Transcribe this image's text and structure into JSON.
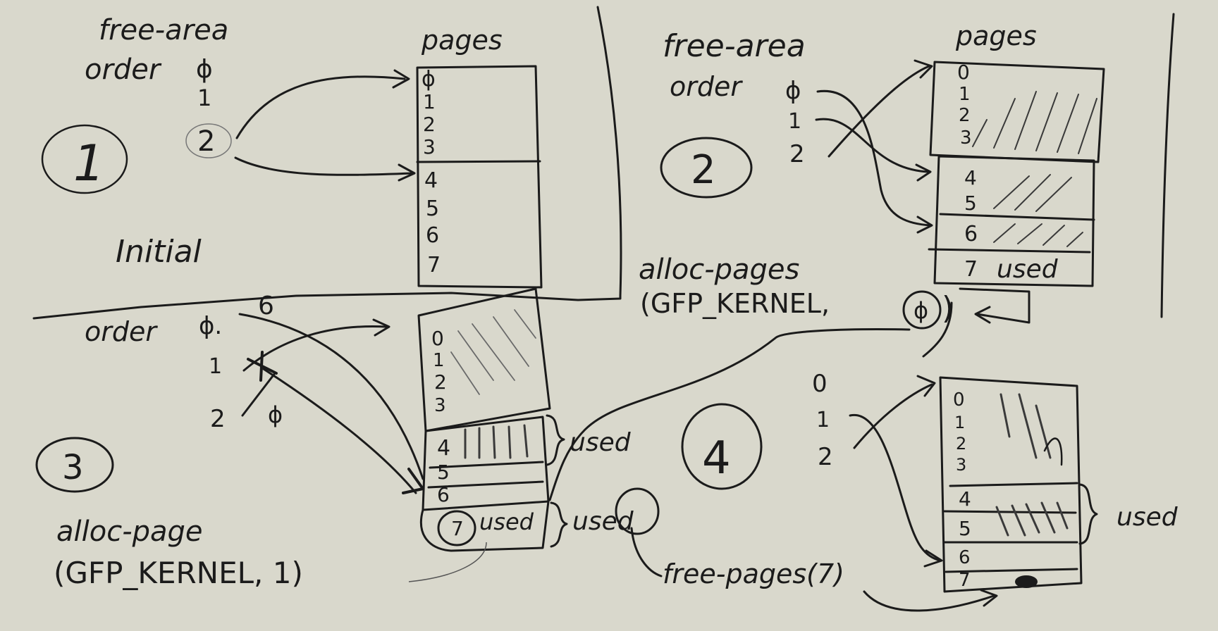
{
  "panel1": {
    "number": "1",
    "free_area_label": "free-area",
    "order_label": "order",
    "orders": [
      "ϕ",
      "1",
      "2"
    ],
    "pages_label": "pages",
    "page_numbers": [
      "ϕ",
      "1",
      "2",
      "3",
      "4",
      "5",
      "6",
      "7"
    ],
    "caption": "Initial"
  },
  "panel2": {
    "number": "2",
    "free_area_label": "free-area",
    "order_label": "order",
    "orders": [
      "ϕ",
      "1",
      "2"
    ],
    "pages_label": "pages",
    "page_numbers": [
      "0",
      "1",
      "2",
      "3",
      "4",
      "5",
      "6",
      "7"
    ],
    "used_label": "used",
    "call_line1": "alloc-pages",
    "call_line2": "(GFP_KERNEL,",
    "call_arg": "ϕ",
    "call_close": ")"
  },
  "panel3": {
    "number": "3",
    "order_label": "order",
    "orders": [
      "ϕ.",
      "1",
      "2"
    ],
    "crossed_values": [
      "6",
      "ϕ"
    ],
    "page_numbers": [
      "0",
      "1",
      "2",
      "3",
      "4",
      "5",
      "6",
      "7"
    ],
    "used_label_upper": "used",
    "used_label_inner": "used",
    "used_label_outer": "used",
    "call_line1": "alloc-page",
    "call_line2": "(GFP_KERNEL, 1)"
  },
  "panel4": {
    "number": "4",
    "orders": [
      "0",
      "1",
      "2"
    ],
    "page_numbers": [
      "0",
      "1",
      "2",
      "3",
      "4",
      "5",
      "6",
      "7"
    ],
    "used_label": "used",
    "call": "free-pages(7)"
  }
}
